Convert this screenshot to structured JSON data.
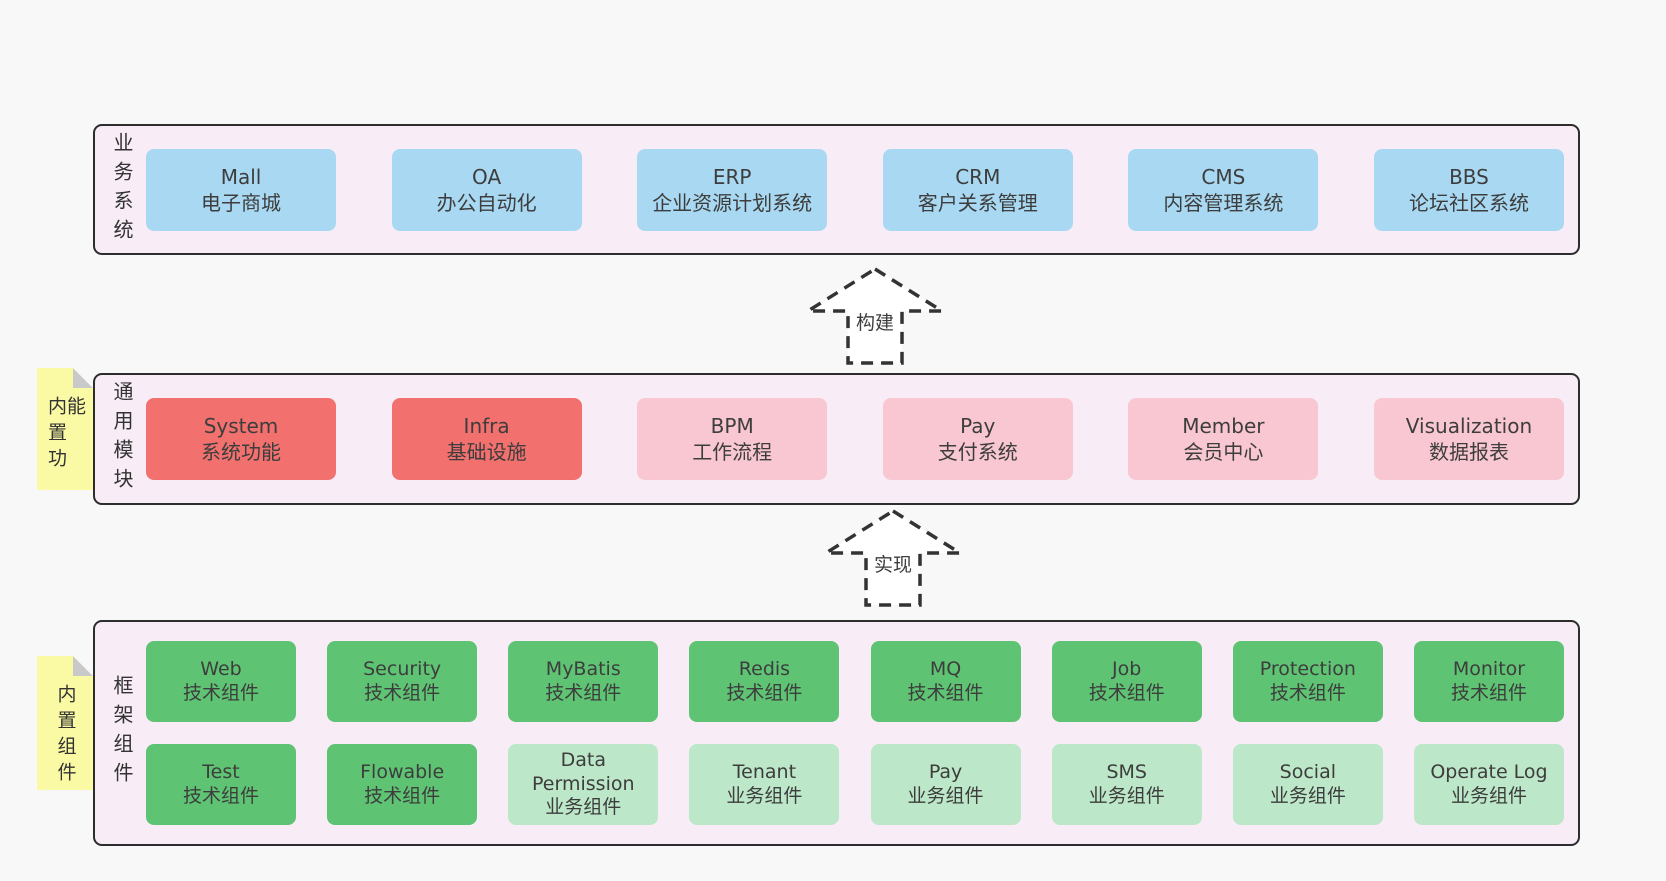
{
  "page": {
    "background": "#f8f8f8"
  },
  "colors": {
    "band_bg": "#f8edf6",
    "band_border": "#2d2d2d",
    "blue": "#a9d9f2",
    "red": "#f2706e",
    "pink": "#f9c7d1",
    "green": "#5ec473",
    "light_green": "#bce7c8",
    "note_yellow": "#fafaa5",
    "note_fold": "#c9c9c9",
    "text": "#3d3d3d"
  },
  "arrows": [
    {
      "label": "构建"
    },
    {
      "label": "实现"
    }
  ],
  "bands": [
    {
      "label": "业务系统",
      "boxes": [
        {
          "title": "Mall",
          "subtitle": "电子商城",
          "variant": "blue"
        },
        {
          "title": "OA",
          "subtitle": "办公自动化",
          "variant": "blue"
        },
        {
          "title": "ERP",
          "subtitle": "企业资源计划系统",
          "variant": "blue"
        },
        {
          "title": "CRM",
          "subtitle": "客户关系管理",
          "variant": "blue"
        },
        {
          "title": "CMS",
          "subtitle": "内容管理系统",
          "variant": "blue"
        },
        {
          "title": "BBS",
          "subtitle": "论坛社区系统",
          "variant": "blue"
        }
      ]
    },
    {
      "label": "通用模块",
      "note": "内置功能",
      "boxes": [
        {
          "title": "System",
          "subtitle": "系统功能",
          "variant": "red"
        },
        {
          "title": "Infra",
          "subtitle": "基础设施",
          "variant": "red"
        },
        {
          "title": "BPM",
          "subtitle": "工作流程",
          "variant": "pink"
        },
        {
          "title": "Pay",
          "subtitle": "支付系统",
          "variant": "pink"
        },
        {
          "title": "Member",
          "subtitle": "会员中心",
          "variant": "pink"
        },
        {
          "title": "Visualization",
          "subtitle": "数据报表",
          "variant": "pink"
        }
      ]
    },
    {
      "label": "框架组件",
      "note": "内置组件",
      "rows": [
        [
          {
            "title": "Web",
            "subtitle": "技术组件",
            "variant": "green"
          },
          {
            "title": "Security",
            "subtitle": "技术组件",
            "variant": "green"
          },
          {
            "title": "MyBatis",
            "subtitle": "技术组件",
            "variant": "green"
          },
          {
            "title": "Redis",
            "subtitle": "技术组件",
            "variant": "green"
          },
          {
            "title": "MQ",
            "subtitle": "技术组件",
            "variant": "green"
          },
          {
            "title": "Job",
            "subtitle": "技术组件",
            "variant": "green"
          },
          {
            "title": "Protection",
            "subtitle": "技术组件",
            "variant": "green"
          },
          {
            "title": "Monitor",
            "subtitle": "技术组件",
            "variant": "green"
          }
        ],
        [
          {
            "title": "Test",
            "subtitle": "技术组件",
            "variant": "green"
          },
          {
            "title": "Flowable",
            "subtitle": "技术组件",
            "variant": "green"
          },
          {
            "title": "Data Permission",
            "subtitle": "业务组件",
            "variant": "light-green"
          },
          {
            "title": "Tenant",
            "subtitle": "业务组件",
            "variant": "light-green"
          },
          {
            "title": "Pay",
            "subtitle": "业务组件",
            "variant": "light-green"
          },
          {
            "title": "SMS",
            "subtitle": "业务组件",
            "variant": "light-green"
          },
          {
            "title": "Social",
            "subtitle": "业务组件",
            "variant": "light-green"
          },
          {
            "title": "Operate Log",
            "subtitle": "业务组件",
            "variant": "light-green"
          }
        ]
      ]
    }
  ]
}
